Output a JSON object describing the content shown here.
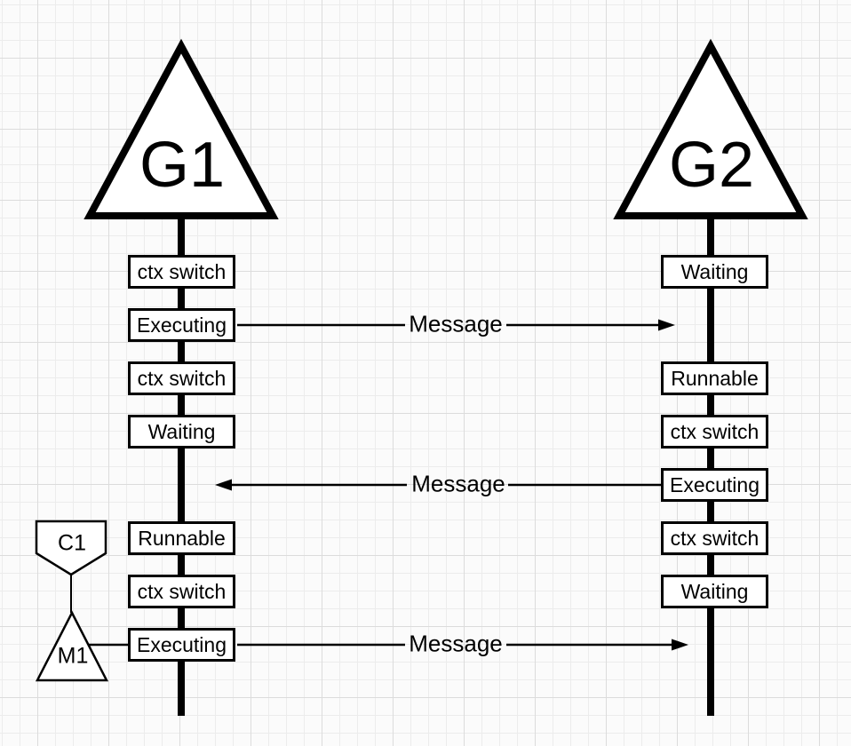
{
  "goroutines": {
    "g1": {
      "label": "G1",
      "states": [
        "ctx switch",
        "Executing",
        "ctx switch",
        "Waiting",
        "Runnable",
        "ctx switch",
        "Executing"
      ]
    },
    "g2": {
      "label": "G2",
      "states": [
        "Waiting",
        "Runnable",
        "ctx switch",
        "Executing",
        "ctx switch",
        "Waiting"
      ]
    }
  },
  "messages": [
    {
      "label": "Message",
      "direction": "right"
    },
    {
      "label": "Message",
      "direction": "left"
    },
    {
      "label": "Message",
      "direction": "right"
    }
  ],
  "c1_node": {
    "label": "C1"
  },
  "m1_node": {
    "label": "M1"
  },
  "colors": {
    "stroke": "#000000",
    "shape_fill": "#ffffff",
    "background": "#fbfbfb",
    "grid_minor": "#ececec",
    "grid_major": "#dcdcdc"
  }
}
